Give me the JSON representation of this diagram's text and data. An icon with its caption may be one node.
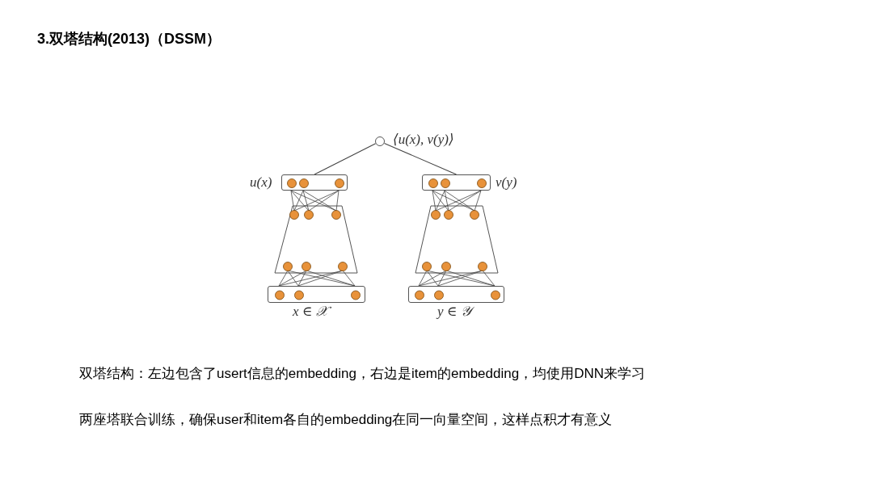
{
  "diagram": {
    "title": "3.双塔结构(2013)（DSSM）",
    "nodes": [
      {
        "text": [],
        "shape": "circle",
        "beside": [
          "⟨u(x), v(y)⟩"
        ]
      },
      {
        "text": [],
        "shape": "box",
        "beside": [
          "u(x)"
        ]
      },
      {
        "text": [],
        "shape": "box",
        "beside": [
          "v(y)"
        ]
      },
      {
        "text": [],
        "shape": "box",
        "beside": [
          "x ∈ 𝒳"
        ]
      },
      {
        "text": [],
        "shape": "box",
        "beside": [
          "y ∈ 𝒴"
        ]
      }
    ],
    "edges": [
      {
        "from": 0,
        "to": 1,
        "arrow": "none"
      },
      {
        "from": 0,
        "to": 2,
        "arrow": "none"
      }
    ],
    "labels": [
      "双塔结构：左边包含了usert信息的embedding，右边是item的embedding，均使用DNN来学习",
      "两座塔联合训练，确保user和item各自的embedding在同一向量空间，这样点积才有意义"
    ]
  }
}
